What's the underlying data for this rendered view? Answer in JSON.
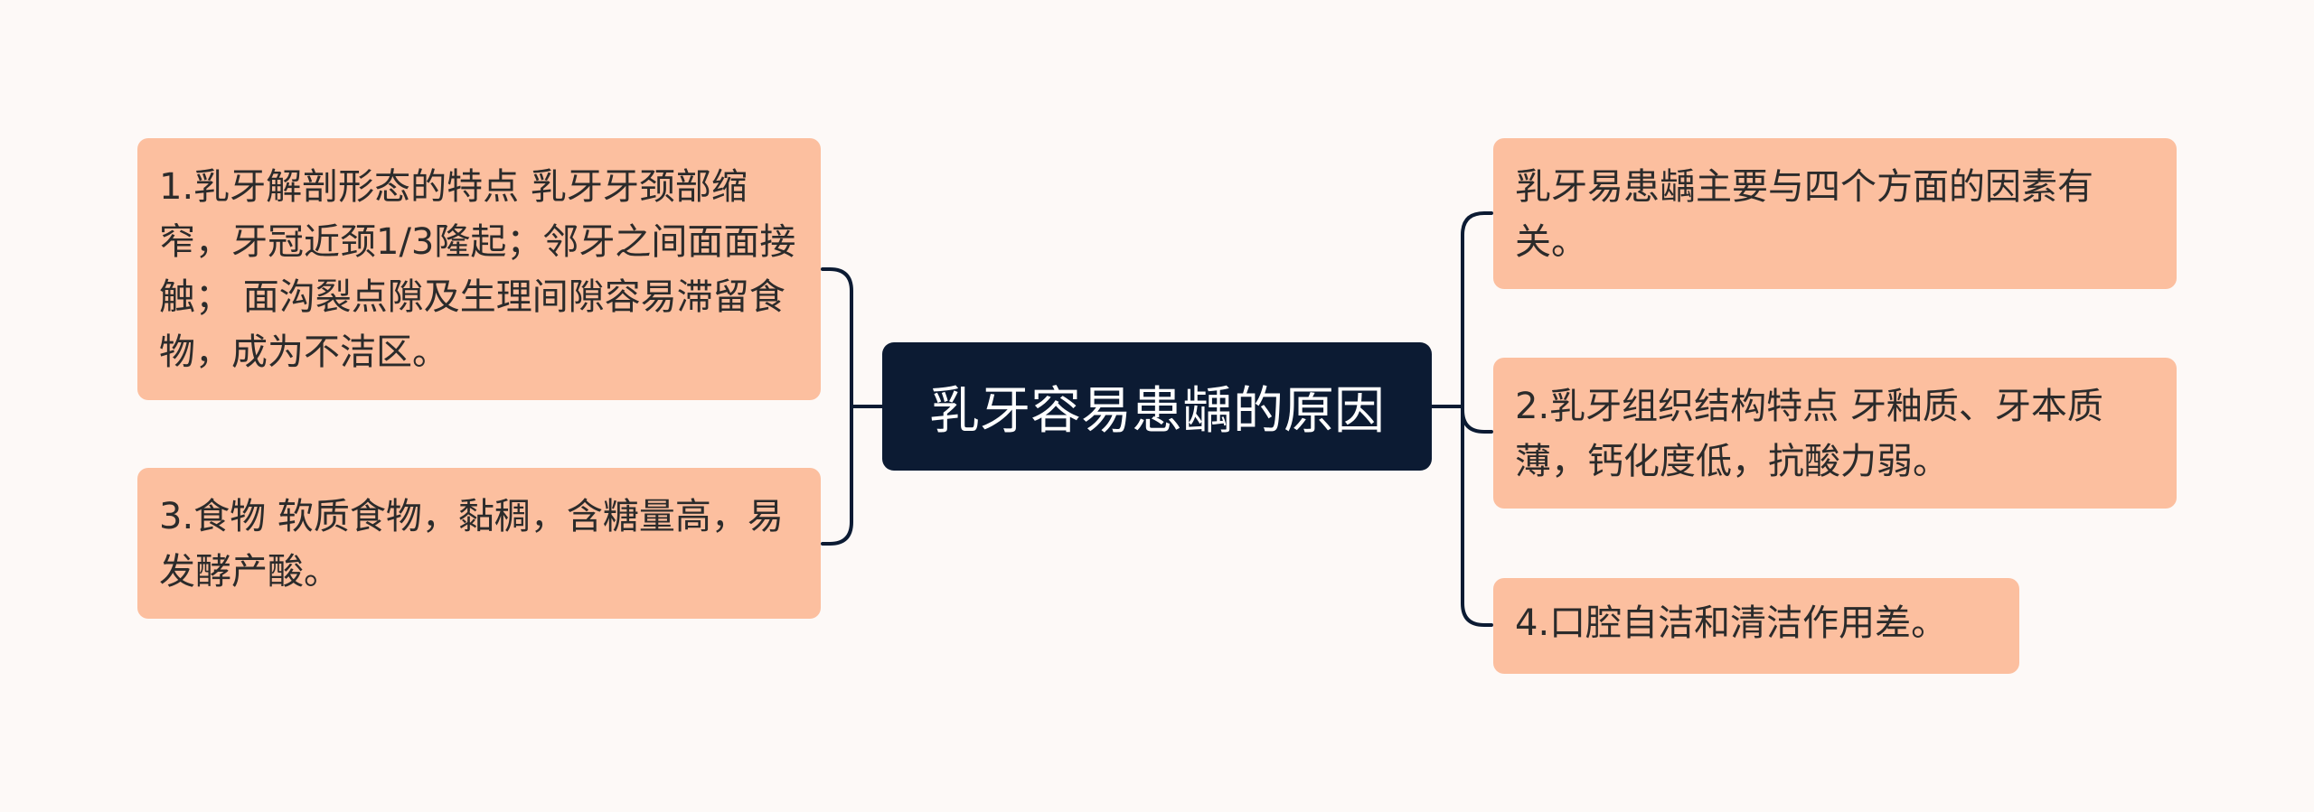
{
  "root": {
    "label": "乳牙容易患龋的原因"
  },
  "left": [
    {
      "text": "1.乳牙解剖形态的特点 乳牙牙颈部缩窄，牙冠近颈1/3隆起；邻牙之间面面接触； 面沟裂点隙及生理间隙容易滞留食物，成为不洁区。"
    },
    {
      "text": "3.食物 软质食物，黏稠，含糖量高，易发酵产酸。"
    }
  ],
  "right": [
    {
      "text": "乳牙易患龋主要与四个方面的因素有关。"
    },
    {
      "text": "2.乳牙组织结构特点 牙釉质、牙本质薄，钙化度低，抗酸力弱。"
    },
    {
      "text": "4.口腔自洁和清洁作用差。"
    }
  ],
  "colors": {
    "background": "#fdf9f7",
    "root": "#0c1b33",
    "branch": "#fcbf9f",
    "line": "#0c1b33"
  }
}
